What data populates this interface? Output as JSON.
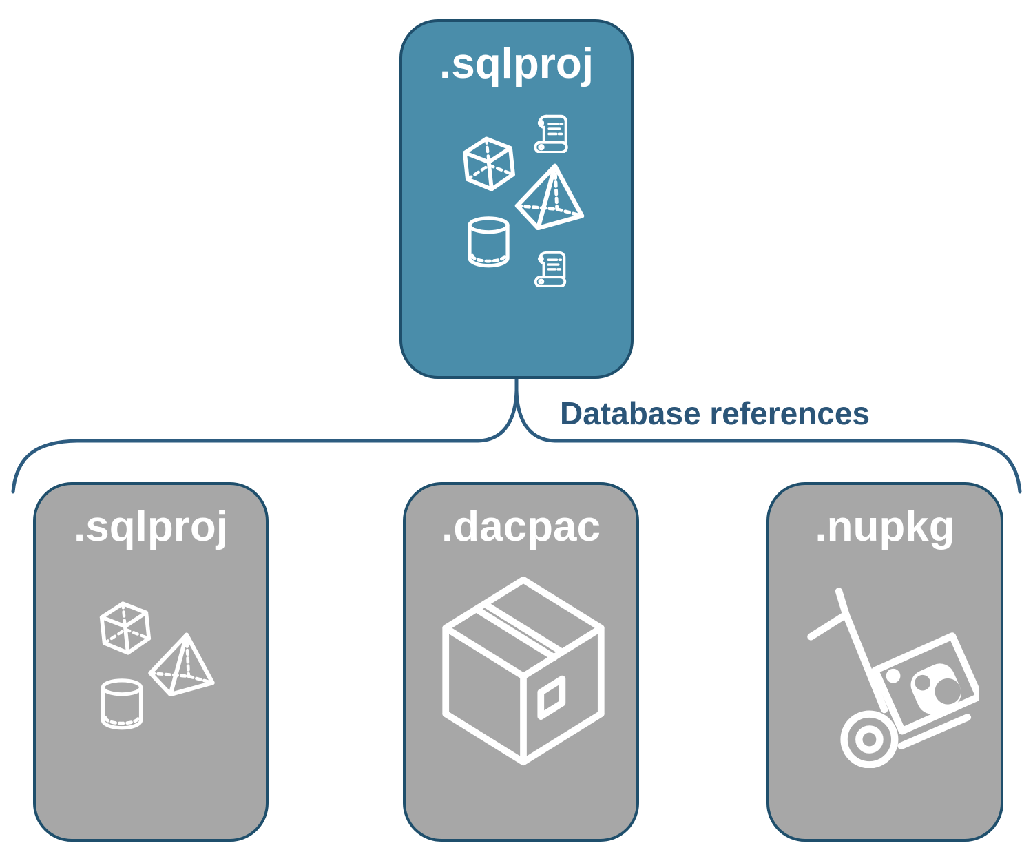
{
  "root_card": {
    "label": ".sqlproj"
  },
  "connector_label": "Database references",
  "child_cards": [
    {
      "label": ".sqlproj"
    },
    {
      "label": ".dacpac"
    },
    {
      "label": ".nupkg"
    }
  ],
  "icons": {
    "root": [
      "scroll",
      "cube",
      "pyramid",
      "cylinder",
      "scroll"
    ],
    "sqlproj_child": [
      "cube",
      "pyramid",
      "cylinder"
    ],
    "dacpac_child": [
      "package-box"
    ],
    "nupkg_child": [
      "nuget-handtruck"
    ]
  },
  "colors": {
    "root_card_fill": "#4A8DAA",
    "child_card_fill": "#A7A7A7",
    "card_border": "#1F4F6C",
    "connector_stroke": "#2D5C80",
    "label_text": "#2B5578",
    "card_title_text": "#FFFFFF",
    "icon_stroke": "#FFFFFF"
  }
}
